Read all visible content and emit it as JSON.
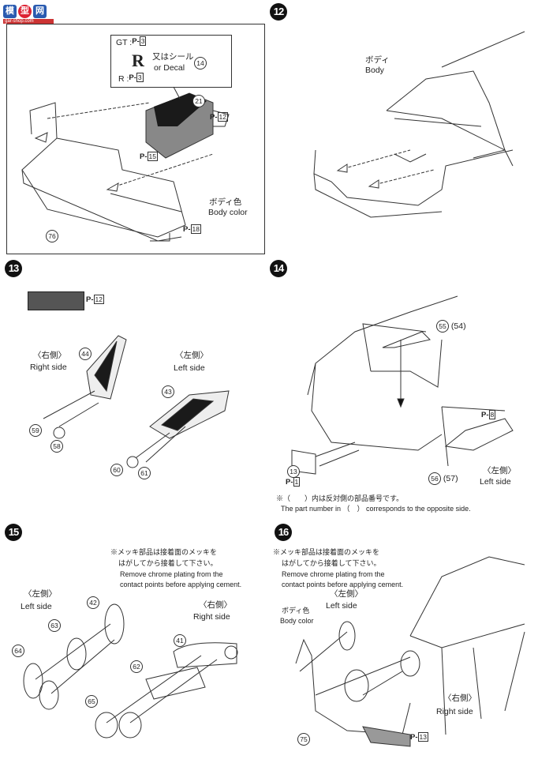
{
  "watermark": {
    "chars": [
      "模",
      "型",
      "网"
    ],
    "url": "gar-shop.com"
  },
  "steps": [
    {
      "number": "",
      "labels": {
        "gt": "GT :",
        "gt_ref": "3",
        "decal_jp": "又はシール",
        "decal_en": "or   Decal",
        "decal_part": "14",
        "r": "R :",
        "r_ref": "3",
        "part_21": "21",
        "p12": "12",
        "p15": "15",
        "body_color_jp": "ボディ色",
        "body_color_en": "Body color",
        "p18": "18",
        "part_76": "76"
      }
    },
    {
      "number": "12",
      "labels": {
        "body_jp": "ボディ",
        "body_en": "Body"
      }
    },
    {
      "number": "13",
      "labels": {
        "p12": "12",
        "right_jp": "〈右側〉",
        "right_en": "Right side",
        "part_44": "44",
        "left_jp": "〈左側〉",
        "left_en": "Left side",
        "part_43": "43",
        "part_59": "59",
        "part_58": "58",
        "part_60": "60",
        "part_61": "61"
      }
    },
    {
      "number": "14",
      "labels": {
        "part_55": "55",
        "part_54": "(54)",
        "p8": "8",
        "part_13": "13",
        "p1": "1",
        "part_56": "56",
        "part_57": "(57)",
        "left_jp": "〈左側〉",
        "left_en": "Left side",
        "note_jp": "※（　　）内は反対側の部品番号です。",
        "note_en": "The part number in （　） corresponds to the opposite side."
      }
    },
    {
      "number": "15",
      "labels": {
        "note_jp1": "※メッキ部品は接着面のメッキを",
        "note_jp2": "はがしてから接着して下さい。",
        "note_en1": "Remove chrome plating from the",
        "note_en2": "contact points before applying cement.",
        "left_jp": "〈左側〉",
        "left_en": "Left side",
        "part_42": "42",
        "part_63": "63",
        "part_64": "64",
        "right_jp": "〈右側〉",
        "right_en": "Right side",
        "part_41": "41",
        "part_62": "62",
        "part_65": "65"
      }
    },
    {
      "number": "16",
      "labels": {
        "note_jp1": "※メッキ部品は接着面のメッキを",
        "note_jp2": "はがしてから接着して下さい。",
        "note_en1": "Remove chrome plating from the",
        "note_en2": "contact points before applying cement.",
        "left_jp": "〈左側〉",
        "left_en": "Left side",
        "body_color_jp": "ボディ色",
        "body_color_en": "Body color",
        "right_jp": "〈右側〉",
        "right_en": "Right side",
        "part_75": "75",
        "p13": "13"
      }
    }
  ],
  "paint_prefix": "P-",
  "colors": {
    "line": "#333333",
    "dark_part": "#1a1a1a",
    "paint_swatch": "#555555"
  }
}
